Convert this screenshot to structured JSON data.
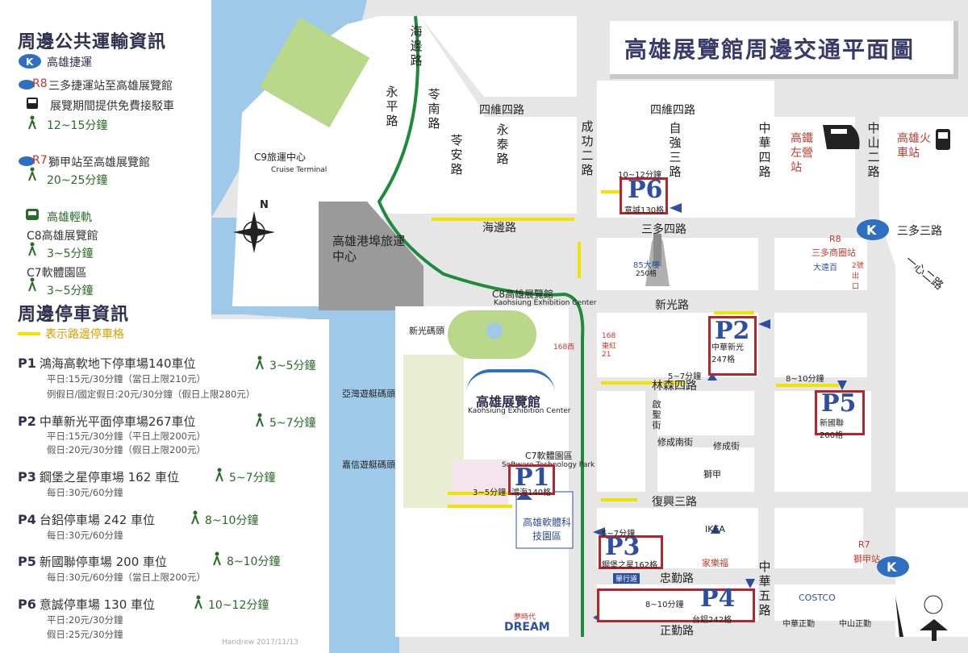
{
  "title": "高雄展覽館周邊交通平面圖",
  "legend": {
    "transit_heading": "周邊公共運輸資訊",
    "mrt": "高雄捷運",
    "r8_code": "R8",
    "r8_route": "三多捷運站至高雄展覽館",
    "shuttle": "展覽期間提供免費接駁車",
    "r8_walk": "12~15分鐘",
    "r7_code": "R7",
    "r7_route": "獅甲站至高雄展覽館",
    "r7_walk": "20~25分鐘",
    "lrt": "高雄輕軌",
    "c8": "C8高雄展覽館",
    "c8_walk": "3~5分鐘",
    "c7": "C7軟體園區",
    "c7_walk": "3~5分鐘",
    "parking_heading": "周邊停車資訊",
    "yellow_note": "表示路邊停車格"
  },
  "parking_list": [
    {
      "code": "P1",
      "name": "鴻海高軟地下停車場140車位",
      "walk": "3~5分鐘",
      "lines": [
        "平日:15元/30分鐘（當日上限210元）",
        "例假日/國定假日:20元/30分鐘（假日上限280元）"
      ]
    },
    {
      "code": "P2",
      "name": "中華新光平面停車場267車位",
      "walk": "5~7分鐘",
      "lines": [
        "平日:15元/30分鐘（平日上限200元）",
        "假日:20元/30分鐘（假日上限200元）"
      ]
    },
    {
      "code": "P3",
      "name": "鋼堡之星停車場 162 車位",
      "walk": "5~7分鐘",
      "lines": [
        "每日:30元/60分鐘"
      ]
    },
    {
      "code": "P4",
      "name": "台鋁停車場 242 車位",
      "walk": "8~10分鐘",
      "lines": [
        "每日:30元/60分鐘"
      ]
    },
    {
      "code": "P5",
      "name": "新國聯停車場 200 車位",
      "walk": "8~10分鐘",
      "lines": [
        "每日:30元/60分鐘（當日上限200元）"
      ]
    },
    {
      "code": "P6",
      "name": "意誠停車場 130 車位",
      "walk": "10~12分鐘",
      "lines": [
        "平日:20元/30分鐘",
        "假日:25元/30分鐘"
      ]
    }
  ],
  "roads": {
    "haibian_v": "海邊路",
    "yongping": "永平路",
    "lingnan": "苓南路",
    "lingan": "苓安路",
    "siwei_left": "四維四路",
    "siwei_right": "四維四路",
    "yongtai": "永泰路",
    "chenggong": "成功二路",
    "ziqiang": "自強三路",
    "zhonghua4": "中華四路",
    "zhongshan2": "中山二路",
    "haibian_h": "海邊路",
    "sanduo4": "三多四路",
    "sanduo3": "三多三路",
    "yixin2": "一心二路",
    "xinguang": "新光路",
    "linsen4": "林森四路",
    "qisheng": "啟聖街",
    "xiucheng_s": "修成南街",
    "xiucheng": "修成街",
    "fuxing3": "復興三路",
    "zhongqin": "忠勤路",
    "zhonghua5": "中華五路",
    "zhengqin": "正勤路"
  },
  "places": {
    "c9": "C9旅運中心",
    "c9_en": "Cruise Terminal",
    "port_center": "高雄港埠旅運中心",
    "port": "高雄港",
    "c8": "C8高雄展覽館",
    "c8_en": "Kaohsiung Exhibition Center",
    "xinguang_pier": "新光碼頭",
    "yawan_pier": "亞灣遊艇碼頭",
    "jiaxin_pier": "嘉信遊艇碼頭",
    "hall": "高雄展覽館",
    "hall_en": "Kaohsiung Exhibition Center",
    "c7": "C7軟體園區",
    "c7_en": "Software Technology Park",
    "park": "高雄軟體科技園區",
    "hsr": "高鐵左營站",
    "train": "高雄火車站",
    "r8": "R8",
    "r8_name": "三多商圈站",
    "tower": "85大樓",
    "tower_num": "250格",
    "dayuan": "大遠百",
    "exit2": "2號出口",
    "bus168": "168東紅21",
    "bus168b": "168西",
    "shijia": "獅甲",
    "ikea": "IKEA",
    "jialefu": "家樂福",
    "costco": "COSTCO",
    "r7": "R7",
    "r7_name": "獅甲站",
    "zhonghua_zc": "中華正勤",
    "zhongshan_zc": "中山正勤",
    "dream": "夢時代",
    "dream_en": "DREAM",
    "oneway": "單行道",
    "credit": "Handrew 2017/11/13"
  },
  "map_parking": {
    "p1": {
      "label": "P1",
      "caption": "鴻海140格",
      "walk": "3~5分鐘"
    },
    "p2": {
      "label": "P2",
      "caption": "中華新光247格",
      "walk": "5~7分鐘"
    },
    "p3": {
      "label": "P3",
      "caption": "鋼堡之星162格",
      "walk": "5~7分鐘"
    },
    "p4": {
      "label": "P4",
      "caption": "台鋁242格",
      "walk": "8~10分鐘"
    },
    "p5": {
      "label": "P5",
      "caption": "新國聯200格",
      "walk": "8~10分鐘"
    },
    "p6": {
      "label": "P6",
      "caption": "意誠130格",
      "walk": "10~12分鐘"
    }
  },
  "compass": "N",
  "colors": {
    "sea": "#9fc9e8",
    "block": "#ffffff",
    "street": "#e6e6e6",
    "green": "#b9d88a",
    "rail": "#1e8a3c",
    "parking_border": "#b3262e",
    "curb": "#f2e200",
    "title": "#3a3a6a"
  }
}
